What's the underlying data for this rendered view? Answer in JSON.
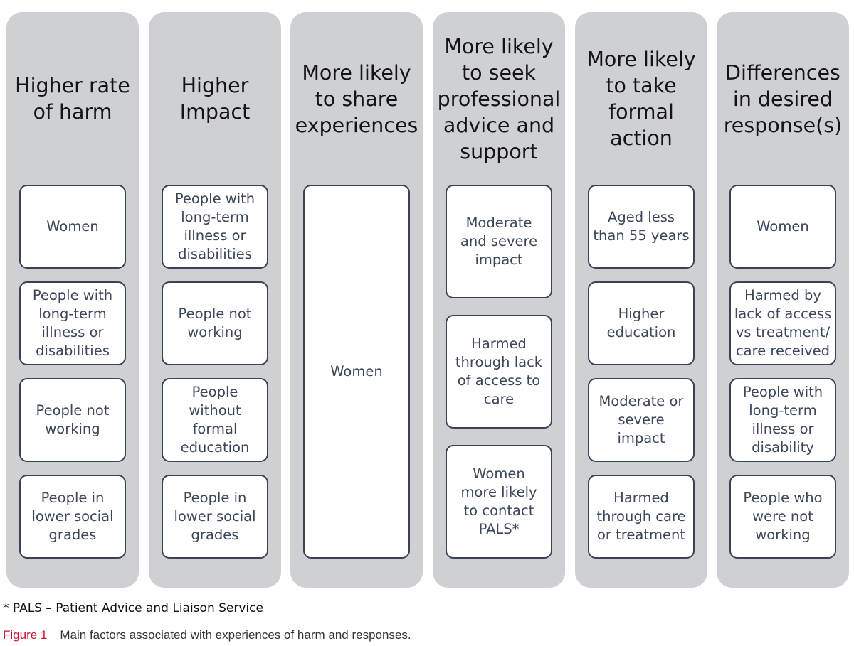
{
  "columns": [
    {
      "title": "Higher rate\nof harm",
      "boxes": [
        "Women",
        "People with\nlong-term\nillness or\ndisabilities",
        "People not\nworking",
        "People in\nlower social\ngrades"
      ]
    },
    {
      "title": "Higher\nImpact",
      "boxes": [
        "People with\nlong-term\nillness or\ndisabilities",
        "People not\nworking",
        "People\nwithout\nformal\neducation",
        "People in\nlower social\ngrades"
      ]
    },
    {
      "title": "More likely\nto share\nexperiences",
      "boxes": [
        "Women"
      ]
    },
    {
      "title": "More likely\nto seek\nprofessional\nadvice and\nsupport",
      "boxes": [
        "Moderate\nand severe\nimpact",
        "Harmed\nthrough lack\nof access to\ncare",
        "Women\nmore likely\nto contact\nPALS*"
      ]
    },
    {
      "title": "More likely\nto take\nformal\naction",
      "boxes": [
        "Aged less\nthan 55 years",
        "Higher\neducation",
        "Moderate or\nsevere\nimpact",
        "Harmed\nthrough care\nor treatment"
      ]
    },
    {
      "title": "Differences\nin desired\nresponse(s)",
      "boxes": [
        "Women",
        "Harmed by\nlack of access\nvs treatment/\ncare received",
        "People with\nlong-term\nillness or\ndisability",
        "People who\nwere not\nworking"
      ]
    }
  ],
  "footnote": "* PALS – Patient Advice and Liaison Service",
  "caption": {
    "label": "Figure 1",
    "text": "Main factors associated with experiences of harm and responses."
  },
  "colors": {
    "column_bg": "#cfd0d4",
    "box_border": "#3b4256",
    "box_text": "#3b4659",
    "figure_label": "#c8102e"
  }
}
